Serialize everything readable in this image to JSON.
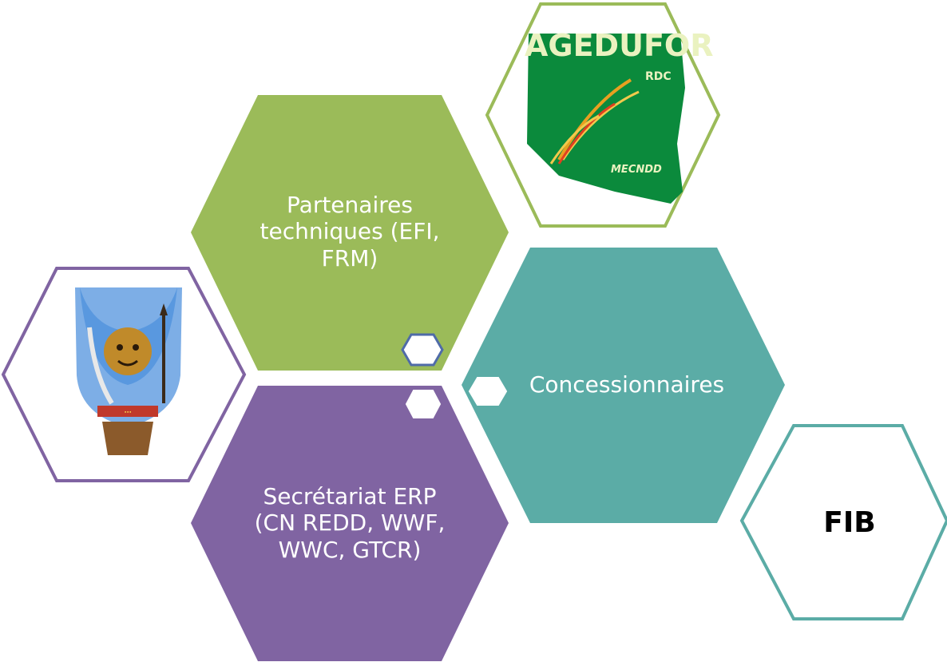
{
  "diagram": {
    "partenaires_label": "Partenaires\ntechniques (EFI,\nFRM)",
    "concessionnaires_label": "Concessionnaires",
    "secretariat_label": "Secrétariat ERP\n(CN REDD, WWF,\nWWC, GTCR)",
    "fib_label": "FIB",
    "agedufor_logo": {
      "name": "AGEDUFOR",
      "sub1": "RDC",
      "sub2": "MECNDD"
    },
    "coat_of_arms_logo": "drc-coat-of-arms",
    "colors": {
      "green": "#9BBB59",
      "teal": "#5BACA6",
      "purple": "#8064A2",
      "agedufor_green": "#0B8A3C",
      "connector_blue": "#4F6BA8"
    }
  }
}
